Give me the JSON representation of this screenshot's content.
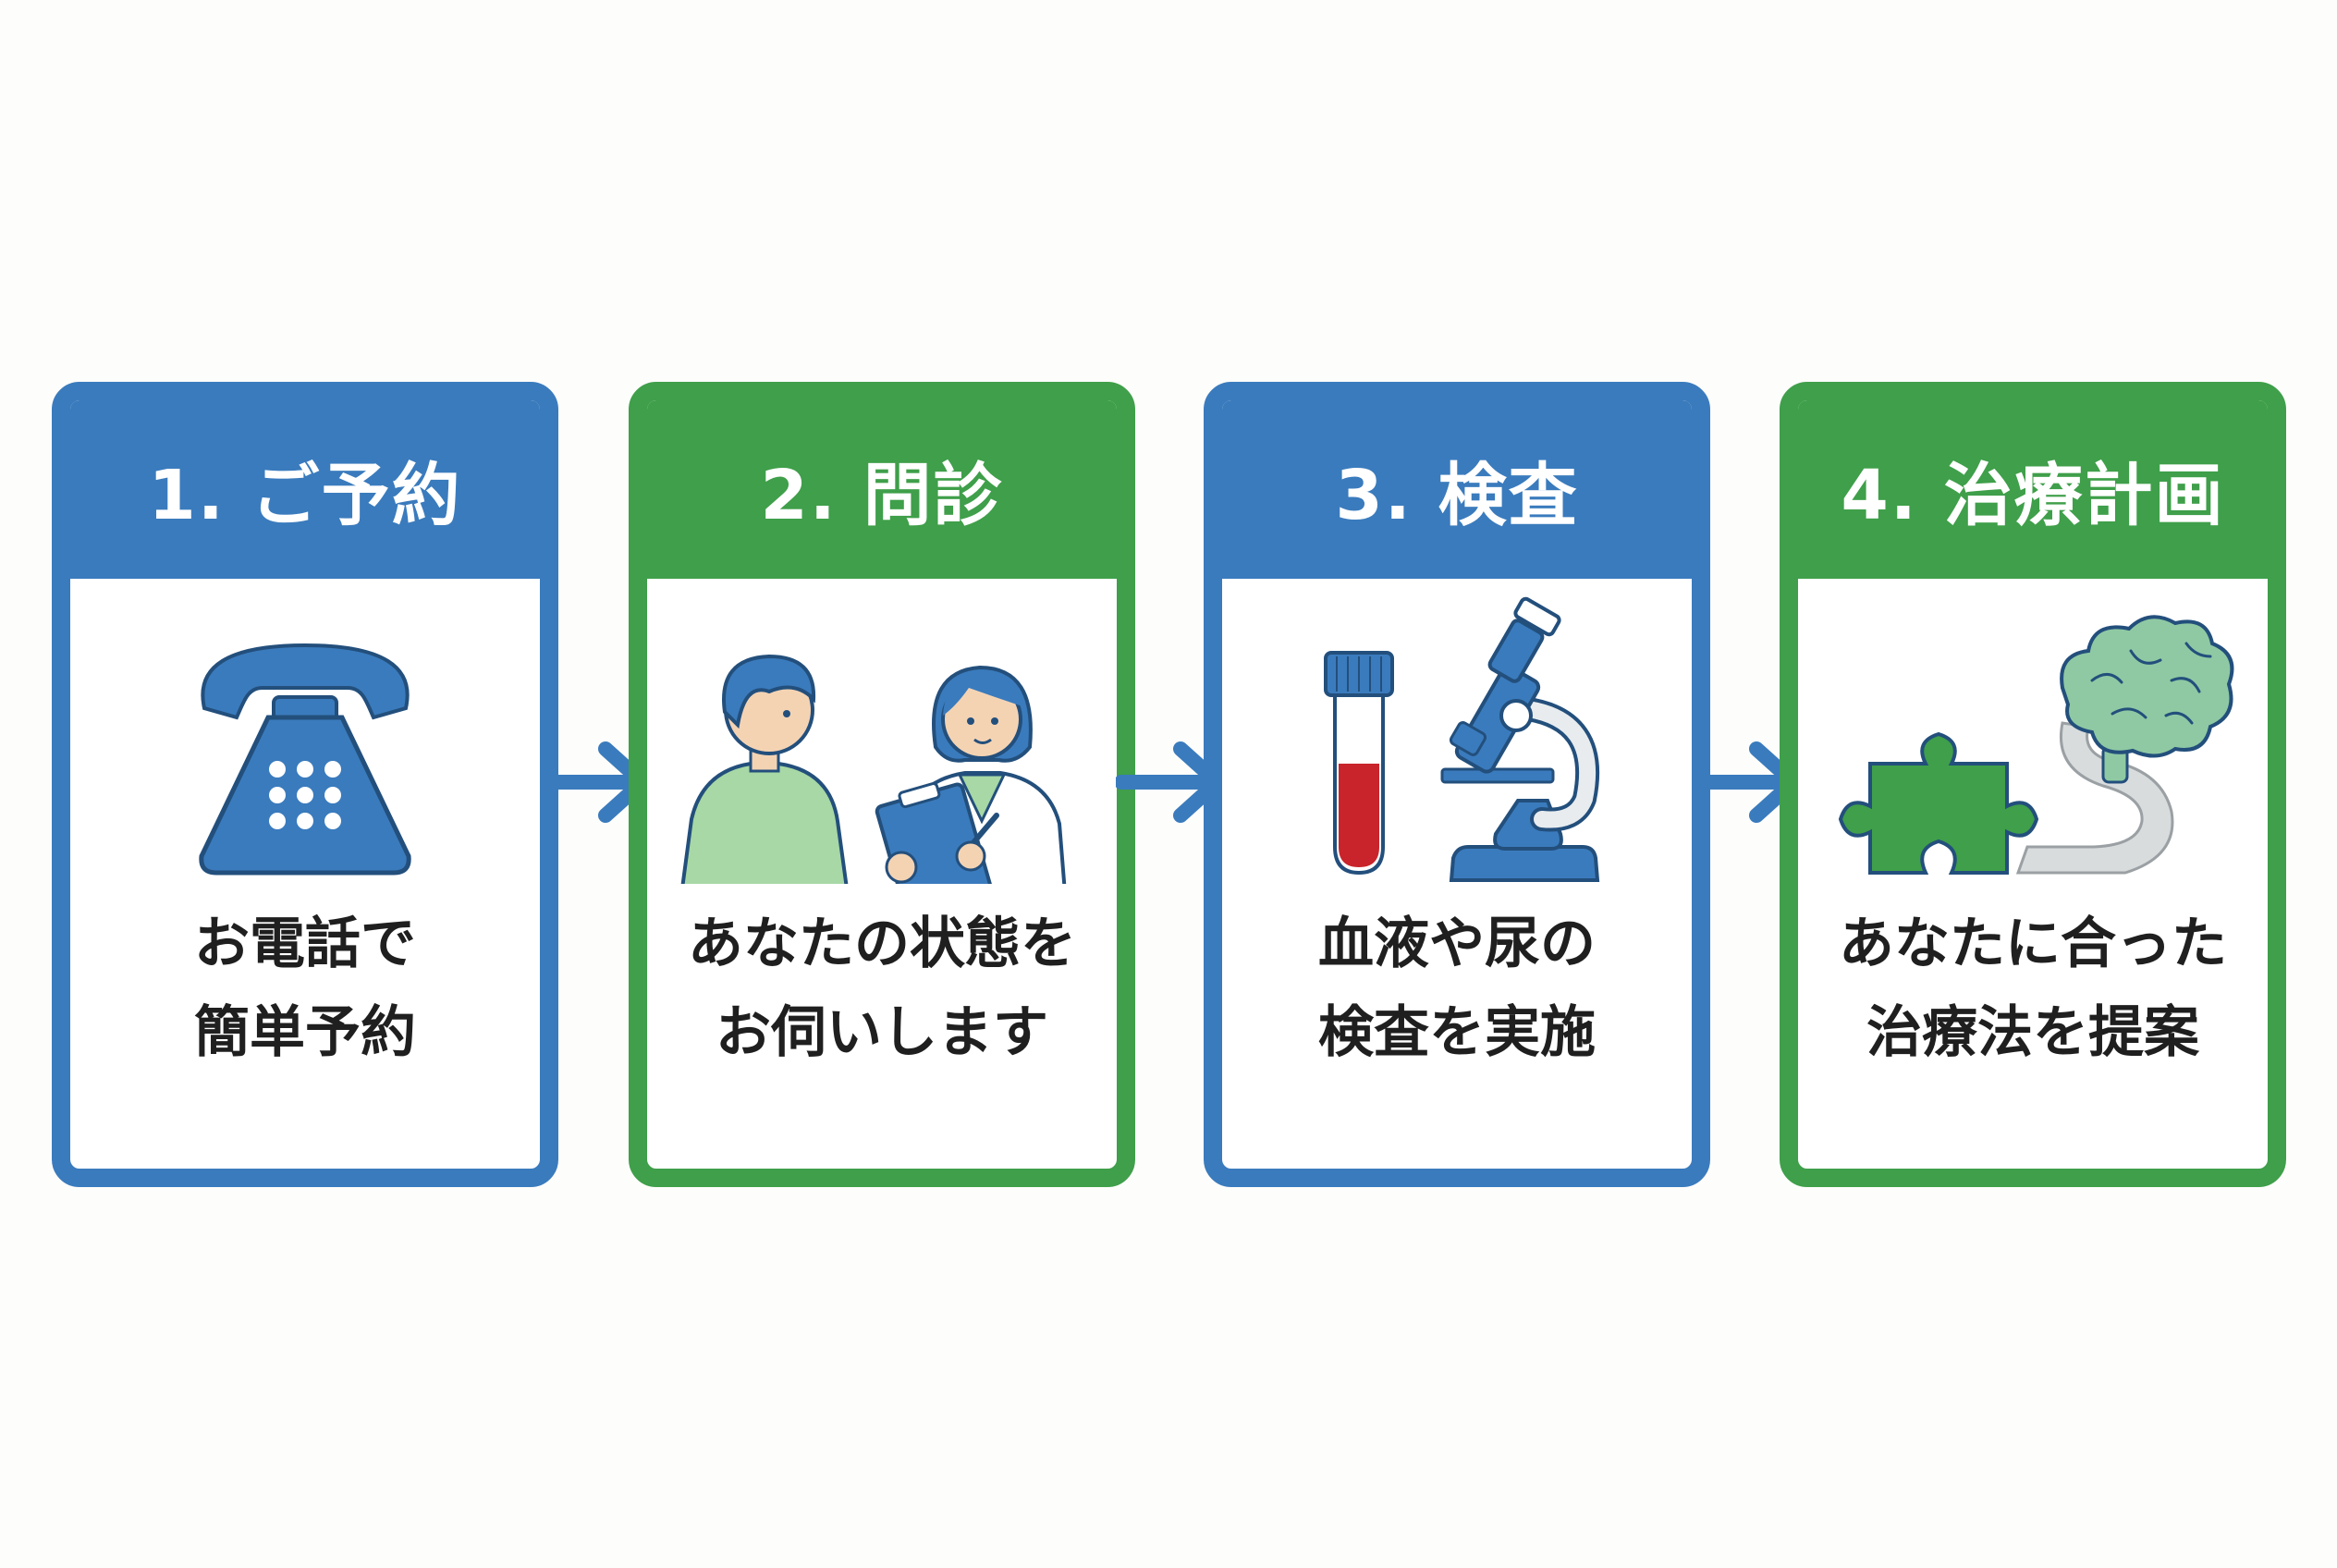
{
  "colors": {
    "blue": "#3a7bbd",
    "green": "#3f9f4a",
    "light_green": "#a7d8a5",
    "red": "#c9242b"
  },
  "steps": [
    {
      "title": "1. ご予約",
      "desc_line1": "お電話で",
      "desc_line2": "簡単予約",
      "icon": "phone-icon"
    },
    {
      "title": "2. 問診",
      "desc_line1": "あなたの状態を",
      "desc_line2": "お伺いします",
      "icon": "consultation-icon"
    },
    {
      "title": "3. 検査",
      "desc_line1": "血液や尿の",
      "desc_line2": "検査を実施",
      "icon": "lab-test-icon"
    },
    {
      "title": "4. 治療計画",
      "desc_line1": "あなたに合った",
      "desc_line2": "治療法を提案",
      "icon": "treatment-plan-icon"
    }
  ]
}
